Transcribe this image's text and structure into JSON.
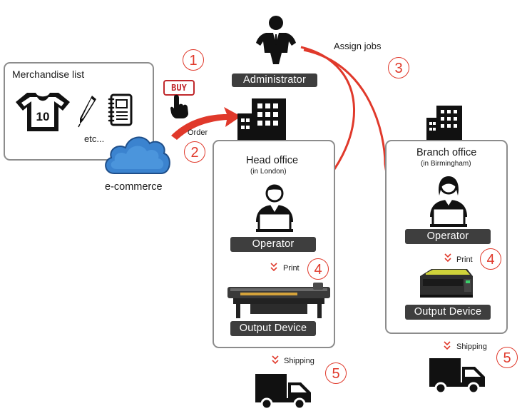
{
  "merchandise": {
    "title": "Merchandise list",
    "etc": "etc...",
    "shirt_number": "10"
  },
  "ecommerce": {
    "label": "e-commerce",
    "order_label": "Order",
    "buy_label": "BUY"
  },
  "administrator": {
    "label": "Administrator",
    "assign_label": "Assign jobs"
  },
  "head_office": {
    "title": "Head office",
    "location": "(in London)",
    "operator_label": "Operator",
    "print_label": "Print",
    "device_label": "Output Device",
    "shipping_label": "Shipping"
  },
  "branch_office": {
    "title": "Branch office",
    "location": "(in Birmingham)",
    "operator_label": "Operator",
    "print_label": "Print",
    "device_label": "Output Device",
    "shipping_label": "Shipping"
  },
  "steps": [
    "1",
    "2",
    "3",
    "4",
    "5"
  ],
  "colors": {
    "accent_red": "#e0392b",
    "label_bg": "#3e3e3e",
    "cloud_blue": "#3b83cf"
  }
}
